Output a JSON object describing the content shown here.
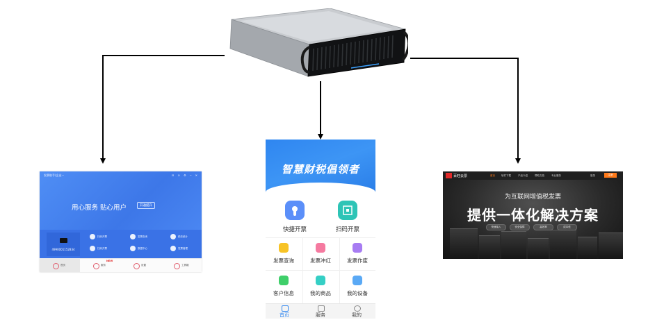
{
  "server": {
    "front_label": ""
  },
  "desktop": {
    "title": "发票助手(企业···",
    "window_controls": "⊟ ⊙ ⚙ ─ ✕",
    "slogan": "用心服务 贴心用户",
    "slogan_button": "开通提升",
    "device_number": "4990001152834",
    "cells": [
      {
        "label": "扫码开票"
      },
      {
        "label": "扫码开票"
      },
      {
        "label": "发票查询"
      },
      {
        "label": "数据中心"
      },
      {
        "label": "税务统计"
      },
      {
        "label": "发票管理"
      }
    ],
    "bottom": [
      {
        "label": "首页"
      },
      {
        "label": "服务"
      },
      {
        "label": "设置"
      },
      {
        "label": "工具箱"
      }
    ],
    "new_badge": "NEW"
  },
  "mobile": {
    "banner_title": "智慧财税倡领者",
    "quick": [
      {
        "label": "快捷开票",
        "color": "#5b8ff9"
      },
      {
        "label": "扫码开票",
        "color": "#2ec4b6"
      }
    ],
    "grid": [
      {
        "label": "发票查询",
        "color": "#f7c326"
      },
      {
        "label": "发票冲红",
        "color": "#f57aa0"
      },
      {
        "label": "发票作废",
        "color": "#a77cf2"
      },
      {
        "label": "客户信息",
        "color": "#3fcf6a"
      },
      {
        "label": "我的商品",
        "color": "#35cfc5"
      },
      {
        "label": "我的设备",
        "color": "#5aa9f5"
      }
    ],
    "nav": [
      {
        "label": "首页"
      },
      {
        "label": "服务"
      },
      {
        "label": "我的"
      }
    ]
  },
  "website": {
    "logo_text": "百旺云票",
    "nav": [
      "首页",
      "软件下载",
      "产品介绍",
      "帮助文档",
      "专业服务"
    ],
    "login": "登录",
    "register": "注册",
    "subtitle": "为互联网增值税发票",
    "headline": "提供一体化解决方案",
    "pills": [
      "快速接入",
      "安全保障",
      "高效率",
      "成本低"
    ]
  },
  "colors": {
    "desktop_blue": "#4a86f2",
    "mobile_blue": "#2f86f0",
    "web_accent": "#ff7a1a"
  }
}
